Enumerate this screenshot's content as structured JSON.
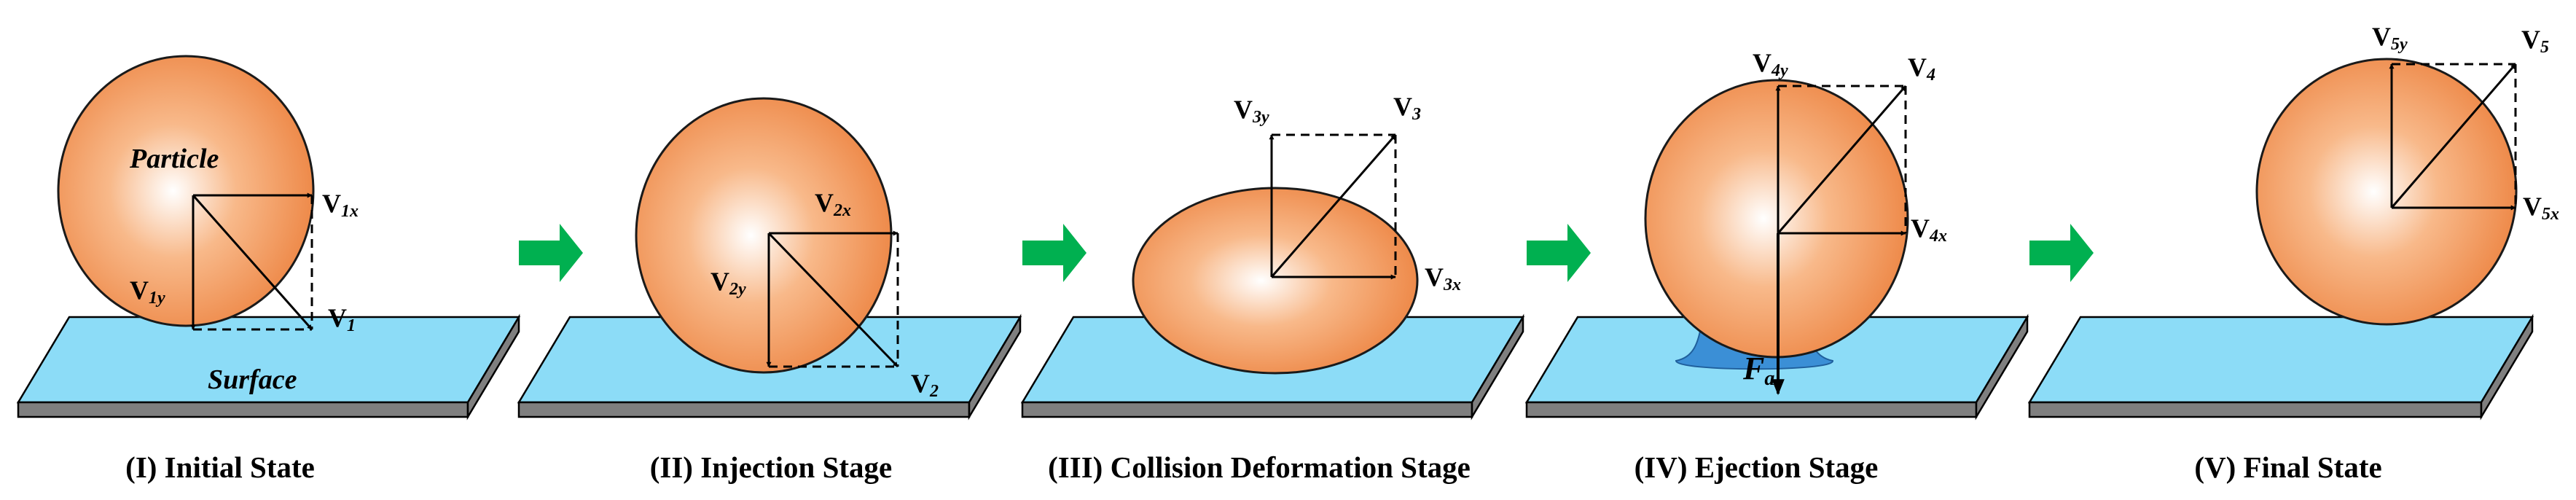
{
  "stages": [
    {
      "title": "(I) Initial State",
      "labels": {
        "particle": "Particle",
        "surface": "Surface",
        "v1x": "1x",
        "v1y": "1y",
        "v1": "1"
      }
    },
    {
      "title": "(II) Injection Stage",
      "labels": {
        "v2x": "2x",
        "v2y": "2y",
        "v2": "2"
      }
    },
    {
      "title": "(III) Collision Deformation Stage",
      "labels": {
        "v3y": "3y",
        "v3": "3",
        "v3x": "3x"
      }
    },
    {
      "title": "(IV) Ejection Stage",
      "labels": {
        "v4y": "4y",
        "v4": "4",
        "v4x": "4x",
        "fa": "F",
        "fa_sub": "a"
      }
    },
    {
      "title": "(V) Final State",
      "labels": {
        "v5y": "5y",
        "v5": "5",
        "v5x": "5x"
      }
    }
  ],
  "vector_letter": "V",
  "colors": {
    "particle_light": "#ffffff",
    "particle_mid": "#f8b98a",
    "particle_dark": "#ee8a4a",
    "particle_edge": "#1a1a1a",
    "surface_top": "#8cdcf7",
    "surface_side": "#7f7f7f",
    "surface_edge": "#000000",
    "liquid": "#3b8fd6",
    "arrow_green": "#00b050"
  },
  "icons": {
    "transition": "right-arrow-icon"
  }
}
